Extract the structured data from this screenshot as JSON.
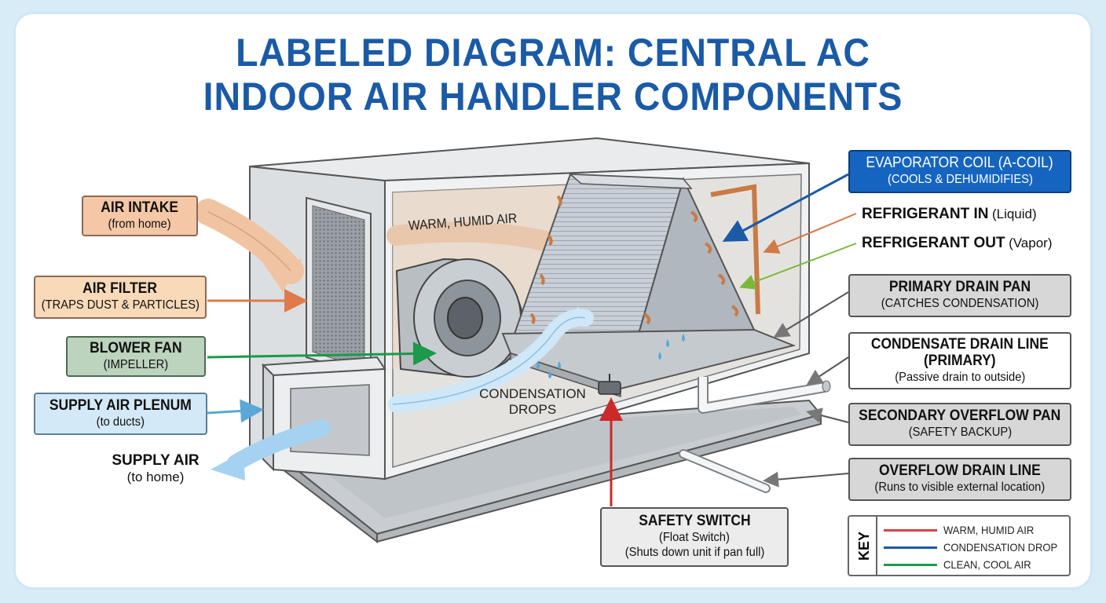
{
  "title": {
    "line1": "LABELED DIAGRAM: CENTRAL AC",
    "line2": "INDOOR AIR HANDLER COMPONENTS"
  },
  "labels": {
    "air_intake": {
      "heading": "AIR INTAKE",
      "sub": "(from home)"
    },
    "air_filter": {
      "heading": "AIR FILTER",
      "sub": "(TRAPS DUST & PARTICLES)"
    },
    "blower_fan": {
      "heading": "BLOWER FAN",
      "sub": "(IMPELLER)"
    },
    "supply_plenum": {
      "heading": "SUPPLY AIR PLENUM",
      "sub": "(to ducts)"
    },
    "supply_air": {
      "heading": "SUPPLY AIR",
      "sub": "(to home)"
    },
    "evaporator": {
      "heading": "EVAPORATOR COIL (A-COIL)",
      "sub": "(COOLS & DEHUMIDIFIES)"
    },
    "ref_in": {
      "heading": "REFRIGERANT IN",
      "sub": "(Liquid)"
    },
    "ref_out": {
      "heading": "REFRIGERANT OUT",
      "sub": "(Vapor)"
    },
    "primary_pan": {
      "heading": "PRIMARY DRAIN PAN",
      "sub": "(CATCHES CONDENSATION)"
    },
    "drain_line": {
      "heading1": "CONDENSATE DRAIN LINE",
      "heading2": "(PRIMARY)",
      "sub": "(Passive drain to outside)"
    },
    "secondary_pan": {
      "heading": "SECONDARY OVERFLOW PAN",
      "sub": "(SAFETY BACKUP)"
    },
    "overflow_line": {
      "heading": "OVERFLOW DRAIN LINE",
      "sub": "(Runs to visible external location)"
    },
    "safety_switch": {
      "heading": "SAFETY SWITCH",
      "sub1": "(Float Switch)",
      "sub2": "(Shuts down unit if pan full)"
    }
  },
  "in_art": {
    "warm_air": "WARM, HUMID AIR",
    "condensation1": "CONDENSATION",
    "condensation2": "DROPS"
  },
  "key": {
    "title": "KEY",
    "items": [
      {
        "label": "WARM, HUMID AIR",
        "color": "#d9434a"
      },
      {
        "label": "CONDENSATION DROP",
        "color": "#1a5aa6"
      },
      {
        "label": "CLEAN, COOL AIR",
        "color": "#1a9a4a"
      }
    ]
  },
  "colors": {
    "title": "#1a5aa6",
    "intake_box": "#f5c7a6",
    "filter_box": "#f8d9b8",
    "blower_box": "#bcd3bd",
    "plenum_box": "#d4e9f8",
    "evap_box": "#1565c0",
    "gray_box": "#d7d7d7"
  }
}
